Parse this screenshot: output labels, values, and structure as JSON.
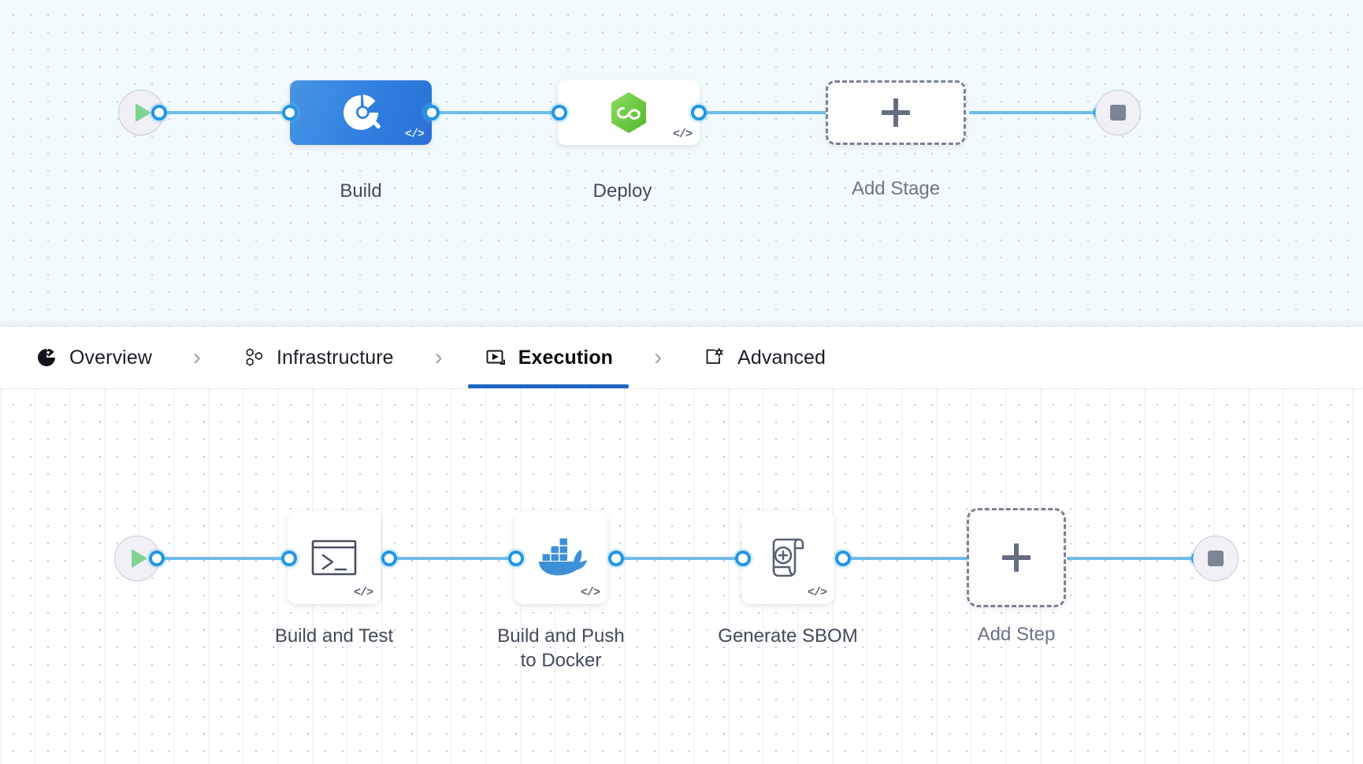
{
  "pipeline": {
    "stage_graph": {
      "start_node": {
        "icon": "play-start-icon"
      },
      "end_node": {
        "icon": "stop-end-icon"
      },
      "stages": [
        {
          "label": "Build",
          "icon": "harness-ci-pie-icon",
          "badge": "</>",
          "selected": true
        },
        {
          "label": "Deploy",
          "icon": "harness-cd-infinity-icon",
          "badge": "</>",
          "selected": false
        }
      ],
      "add_stage": {
        "label": "Add Stage",
        "icon": "plus-icon"
      }
    },
    "tabs": [
      {
        "label": "Overview",
        "icon": "overview-pie-icon",
        "active": false
      },
      {
        "label": "Infrastructure",
        "icon": "hexagons-icon",
        "active": false
      },
      {
        "label": "Execution",
        "icon": "execution-play-icon",
        "active": true
      },
      {
        "label": "Advanced",
        "icon": "advanced-gear-box-icon",
        "active": false
      }
    ],
    "tab_separator": "›",
    "step_graph": {
      "start_node": {
        "icon": "play-start-icon"
      },
      "end_node": {
        "icon": "stop-end-icon"
      },
      "steps": [
        {
          "label": "Build and Test",
          "icon": "terminal-icon",
          "badge": "</>"
        },
        {
          "label": "Build and Push\nto Docker",
          "icon": "docker-whale-icon",
          "badge": "</>"
        },
        {
          "label": "Generate SBOM",
          "icon": "sbom-scroll-icon",
          "badge": "</>"
        }
      ],
      "add_step": {
        "label": "Add Step",
        "icon": "plus-icon"
      }
    }
  },
  "colors": {
    "edge": "#6fbcea",
    "dot_stroke": "#2196e3",
    "stage_selected": "#2f7fe0",
    "tab_active_underline": "#1d65c4",
    "start_play": "#7ed492",
    "docker_blue": "#3d90d8",
    "cd_green": "#6dc94b"
  }
}
